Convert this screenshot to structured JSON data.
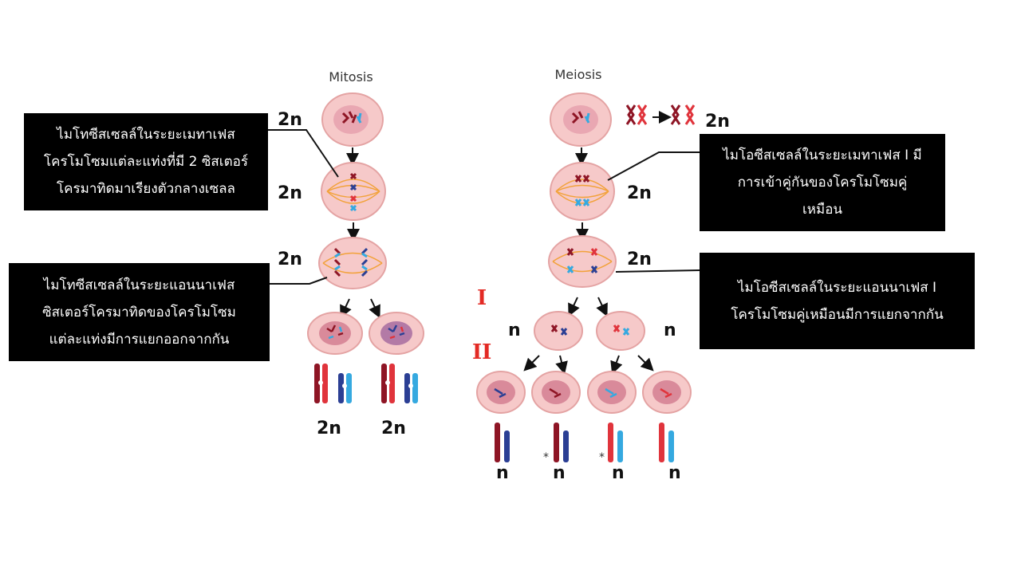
{
  "titles": {
    "mitosis": "Mitosis",
    "meiosis": "Meiosis"
  },
  "ploidy": {
    "diploid": "2n",
    "haploid": "n"
  },
  "stages": {
    "meiosis_1": "I",
    "meiosis_2": "II"
  },
  "marker": "*",
  "annotations": {
    "mitosis_metaphase": [
      "ไมโทซีสเซลล์ในระยะเมทาเฟส",
      "โครโมโซมแต่ละแท่งที่มี 2 ซิสเตอร์",
      "โครมาทิดมาเรียงตัวกลางเซลล"
    ],
    "mitosis_anaphase": [
      "ไมโทซีสเซลล์ในระยะแอนนาเฟส",
      "ซิสเตอร์โครมาทิดของโครโมโซม",
      "แต่ละแท่งมีการแยกออกจากกัน"
    ],
    "meiosis_metaphase": [
      "ไมโอซีสเซลล์ในระยะเมทาเฟส I มี",
      "การเข้าคู่กันของโครโมโซมคู่",
      "เหมือน"
    ],
    "meiosis_anaphase": [
      "ไมโอซีสเซลล์ในระยะแอนนาเฟส I",
      "โครโมโซมคู่เหมือนมีการแยกจากกัน"
    ]
  },
  "colors": {
    "cell": "#f6c9c9",
    "cell_edge": "#e4a3a3",
    "nucleus": "#d98a9a",
    "spindle": "#f2a23a",
    "chrom_dark_red": "#8e1525",
    "chrom_red": "#e0343c",
    "chrom_navy": "#2b3f94",
    "chrom_blue": "#35a9e0",
    "stage_label": "#e32a24"
  }
}
